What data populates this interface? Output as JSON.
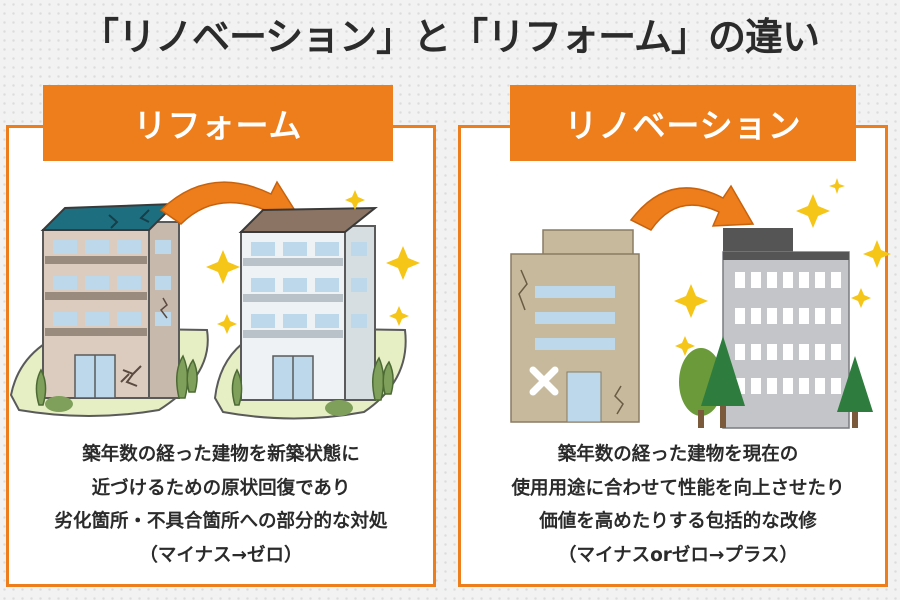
{
  "title": "「リノベーション」と「リフォーム」の違い",
  "reform": {
    "heading": "リフォーム",
    "lines": [
      "築年数の経った建物を新築状態に",
      "近づけるための原状回復であり",
      "劣化箇所・不具合箇所への部分的な対処",
      "（マイナス→ゼロ）"
    ]
  },
  "renovation": {
    "heading": "リノベーション",
    "lines": [
      "築年数の経った建物を現在の",
      "使用用途に合わせて性能を向上させたり",
      "価値を高めたりする包括的な改修",
      "（マイナスorゼロ→プラス）"
    ]
  },
  "colors": {
    "accent": "#ee7d1b",
    "text": "#2b2b2b",
    "sparkle": "#f5c518"
  },
  "icons": [
    "old-apartment-icon",
    "renewed-apartment-icon",
    "old-building-icon",
    "new-building-icon",
    "arrow-icon",
    "sparkle-icon",
    "tree-icon"
  ]
}
